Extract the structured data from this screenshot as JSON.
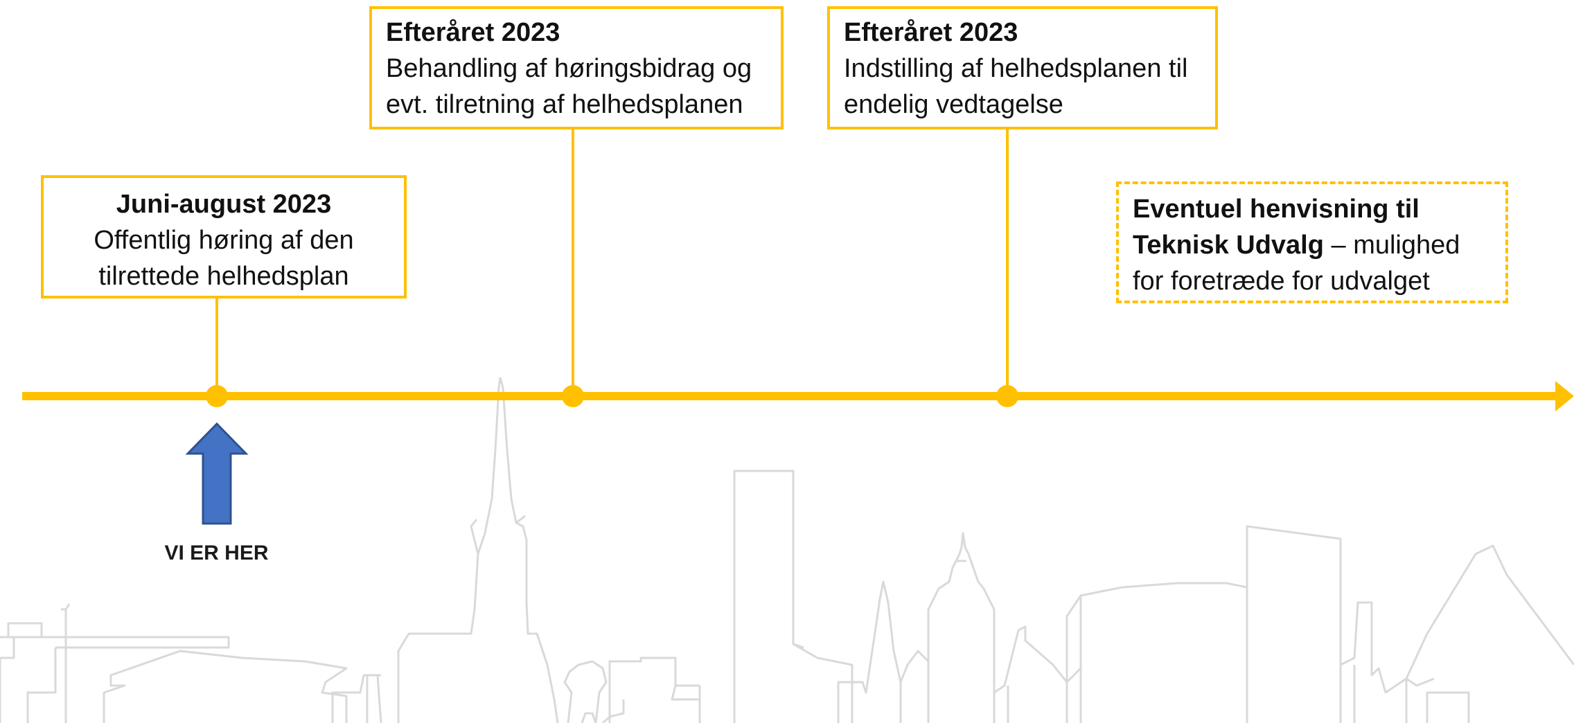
{
  "colors": {
    "timeline": "#FFC000",
    "arrow": "#4472C4",
    "skyline": "#d9d9d9"
  },
  "events": {
    "juni": {
      "date": "Juni-august 2023",
      "line1": "Offentlig høring af den",
      "line2": "tilrettede helhedsplan"
    },
    "efteraar1": {
      "date": "Efteråret 2023",
      "line1": "Behandling af høringsbidrag og",
      "line2": "evt. tilretning af helhedsplanen"
    },
    "efteraar2": {
      "date": "Efteråret 2023",
      "line1": "Indstilling af helhedsplanen til",
      "line2": "endelig vedtagelse"
    },
    "eventuel": {
      "bold1": "Eventuel henvisning til",
      "bold2": "Teknisk Udvalg",
      "rest2": " – mulighed",
      "line3": "for foretræde for udvalget"
    }
  },
  "marker": {
    "label": "VI ER HER"
  }
}
